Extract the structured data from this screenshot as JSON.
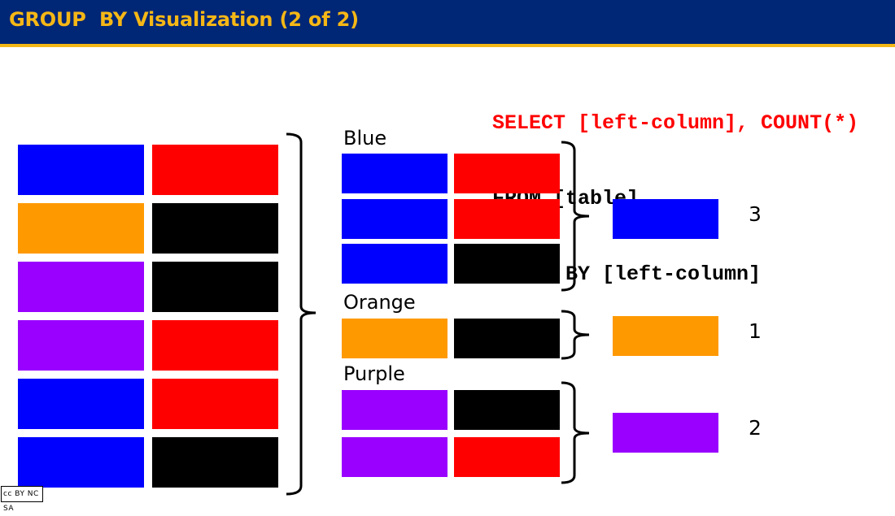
{
  "title": "GROUP  BY Visualization (2 of 2)",
  "sql": {
    "line1": "SELECT [left-column], COUNT(*)",
    "line2": "FROM [table]",
    "line3": "GROUP BY [left-column]"
  },
  "colors": {
    "blue": "#0000ff",
    "red": "#ff0000",
    "black": "#000000",
    "orange": "#ff9900",
    "purple": "#9900ff",
    "title_bg": "#002676",
    "title_fg": "#f5b716"
  },
  "source_table": [
    [
      "blue",
      "red"
    ],
    [
      "orange",
      "black"
    ],
    [
      "purple",
      "black"
    ],
    [
      "purple",
      "red"
    ],
    [
      "blue",
      "red"
    ],
    [
      "blue",
      "black"
    ]
  ],
  "groups": [
    {
      "label": "Blue",
      "color": "blue",
      "rows": [
        [
          "blue",
          "red"
        ],
        [
          "blue",
          "red"
        ],
        [
          "blue",
          "black"
        ]
      ],
      "count": "3"
    },
    {
      "label": "Orange",
      "color": "orange",
      "rows": [
        [
          "orange",
          "black"
        ]
      ],
      "count": "1"
    },
    {
      "label": "Purple",
      "color": "purple",
      "rows": [
        [
          "purple",
          "black"
        ],
        [
          "purple",
          "red"
        ]
      ],
      "count": "2"
    }
  ],
  "license_badge": "cc BY NC SA"
}
